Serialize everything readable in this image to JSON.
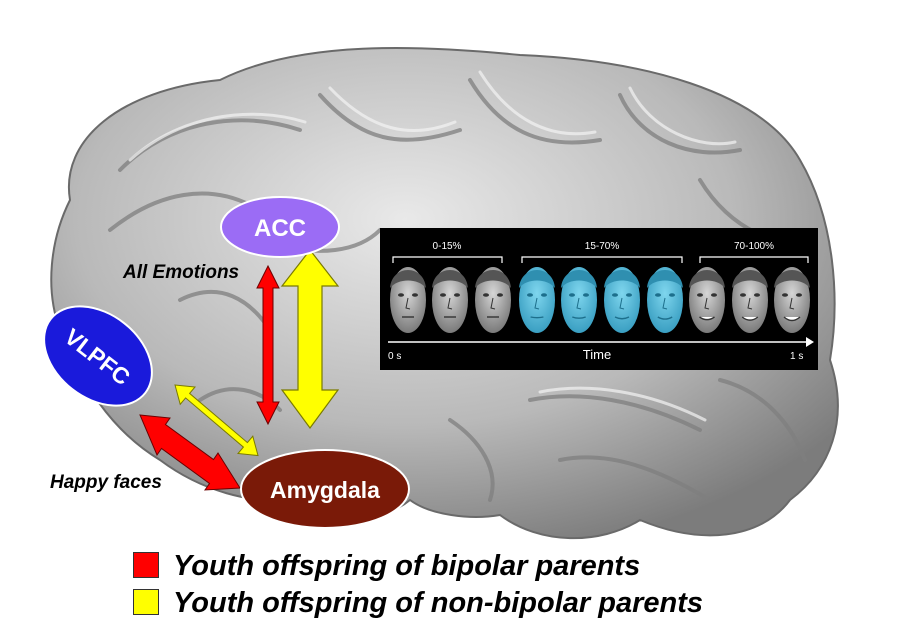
{
  "regions": {
    "acc": "ACC",
    "vlpfc": "VLPFC",
    "amygdala": "Amygdala"
  },
  "annotations": {
    "all_emotions": "All Emotions",
    "happy_faces": "Happy faces"
  },
  "stimulus_panel": {
    "segments": [
      "0-15%",
      "15-70%",
      "70-100%"
    ],
    "axis_label": "Time",
    "start_label": "0 s",
    "end_label": "1 s"
  },
  "legend": [
    {
      "label": "Youth offspring of bipolar parents",
      "color": "#ff0000"
    },
    {
      "label": "Youth offspring of non-bipolar parents",
      "color": "#ffff00"
    }
  ],
  "colors": {
    "acc": "#9b6cf5",
    "vlpfc": "#1a1adb",
    "amygdala": "#7a1a08",
    "bipolar_arrow": "#ff0000",
    "non_bipolar_arrow": "#ffff00",
    "face_highlight": "#4fb8d8"
  }
}
